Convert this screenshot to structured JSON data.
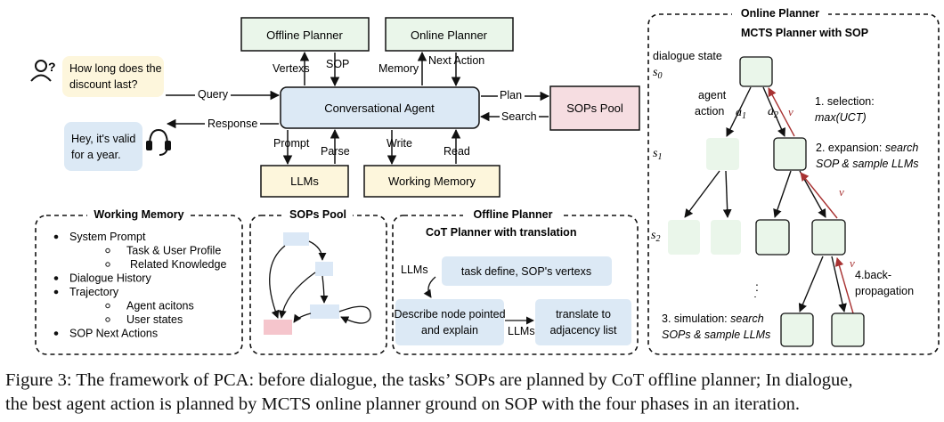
{
  "agent": {
    "user_query": [
      "How long does the",
      "discount last?"
    ],
    "agent_reply": [
      "Hey, it's valid",
      "for a year."
    ],
    "center_box": "Conversational Agent",
    "offline_planner": "Offline Planner",
    "online_planner": "Online Planner",
    "llms": "LLMs",
    "working_memory": "Working Memory",
    "sops_pool": "SOPs Pool",
    "edge_labels": {
      "vertexs": "Vertexs",
      "sop": "SOP",
      "memory": "Memory",
      "next_action": "Next Action",
      "query": "Query",
      "response": "Response",
      "plan": "Plan",
      "search": "Search",
      "prompt": "Prompt",
      "parse": "Parse",
      "write": "Write",
      "read": "Read"
    }
  },
  "working_memory_panel": {
    "title": "Working Memory",
    "items": [
      {
        "level": 1,
        "text": "System Prompt"
      },
      {
        "level": 2,
        "text": "Task & User Profile"
      },
      {
        "level": 2,
        "text": "Related Knowledge"
      },
      {
        "level": 1,
        "text": "Dialogue History"
      },
      {
        "level": 1,
        "text": "Trajectory"
      },
      {
        "level": 2,
        "text": "Agent acitons"
      },
      {
        "level": 2,
        "text": "User states"
      },
      {
        "level": 1,
        "text": "SOP Next Actions"
      }
    ]
  },
  "sops_pool_panel": {
    "title": "SOPs Pool"
  },
  "offline_panel": {
    "title": "Offline Planner",
    "subtitle": "CoT Planner with translation",
    "llms_label_1": "LLMs",
    "step1": "task define, SOP's vertexs",
    "step2": [
      "Describe node pointed",
      "and explain"
    ],
    "llms_label_2": "LLMs",
    "step3": [
      "translate to",
      "adjacency list"
    ]
  },
  "online_panel": {
    "title": "Online Planner",
    "subtitle": "MCTS Planner with SOP",
    "dialogue_state": "dialogue state",
    "s0": "s",
    "s0_sub": "0",
    "s1": "s",
    "s1_sub": "1",
    "s2": "s",
    "s2_sub": "2",
    "agent_action": [
      "agent",
      "action"
    ],
    "a1": "a",
    "a1_sub": "1",
    "a2": "a",
    "a2_sub": "2",
    "v": "v",
    "ellipsis": ":",
    "selection": [
      "1. selection:",
      "max(UCT)"
    ],
    "expansion": [
      "2. expansion: ",
      "search",
      "SOP & sample LLMs"
    ],
    "simulation": [
      "3. simulation: ",
      "search",
      "SOPs & sample LLMs"
    ],
    "backprop": [
      "4.back-",
      "propagation"
    ]
  },
  "caption": [
    "Figure 3: The framework of PCA: before dialogue, the tasks’ SOPs are planned by CoT offline planner; In dialogue,",
    "the best agent action is planned by MCTS online planner ground on SOP with the four phases in an iteration."
  ],
  "colors": {
    "green_fill": "#eaf6ea",
    "yellow_fill": "#fdf6dc",
    "blue_fill": "#dce9f5",
    "pink_fill": "#f6dde1",
    "sop_node": "#dbe8f6",
    "sop_end": "#f5c5cc",
    "backprop": "#a83232"
  }
}
